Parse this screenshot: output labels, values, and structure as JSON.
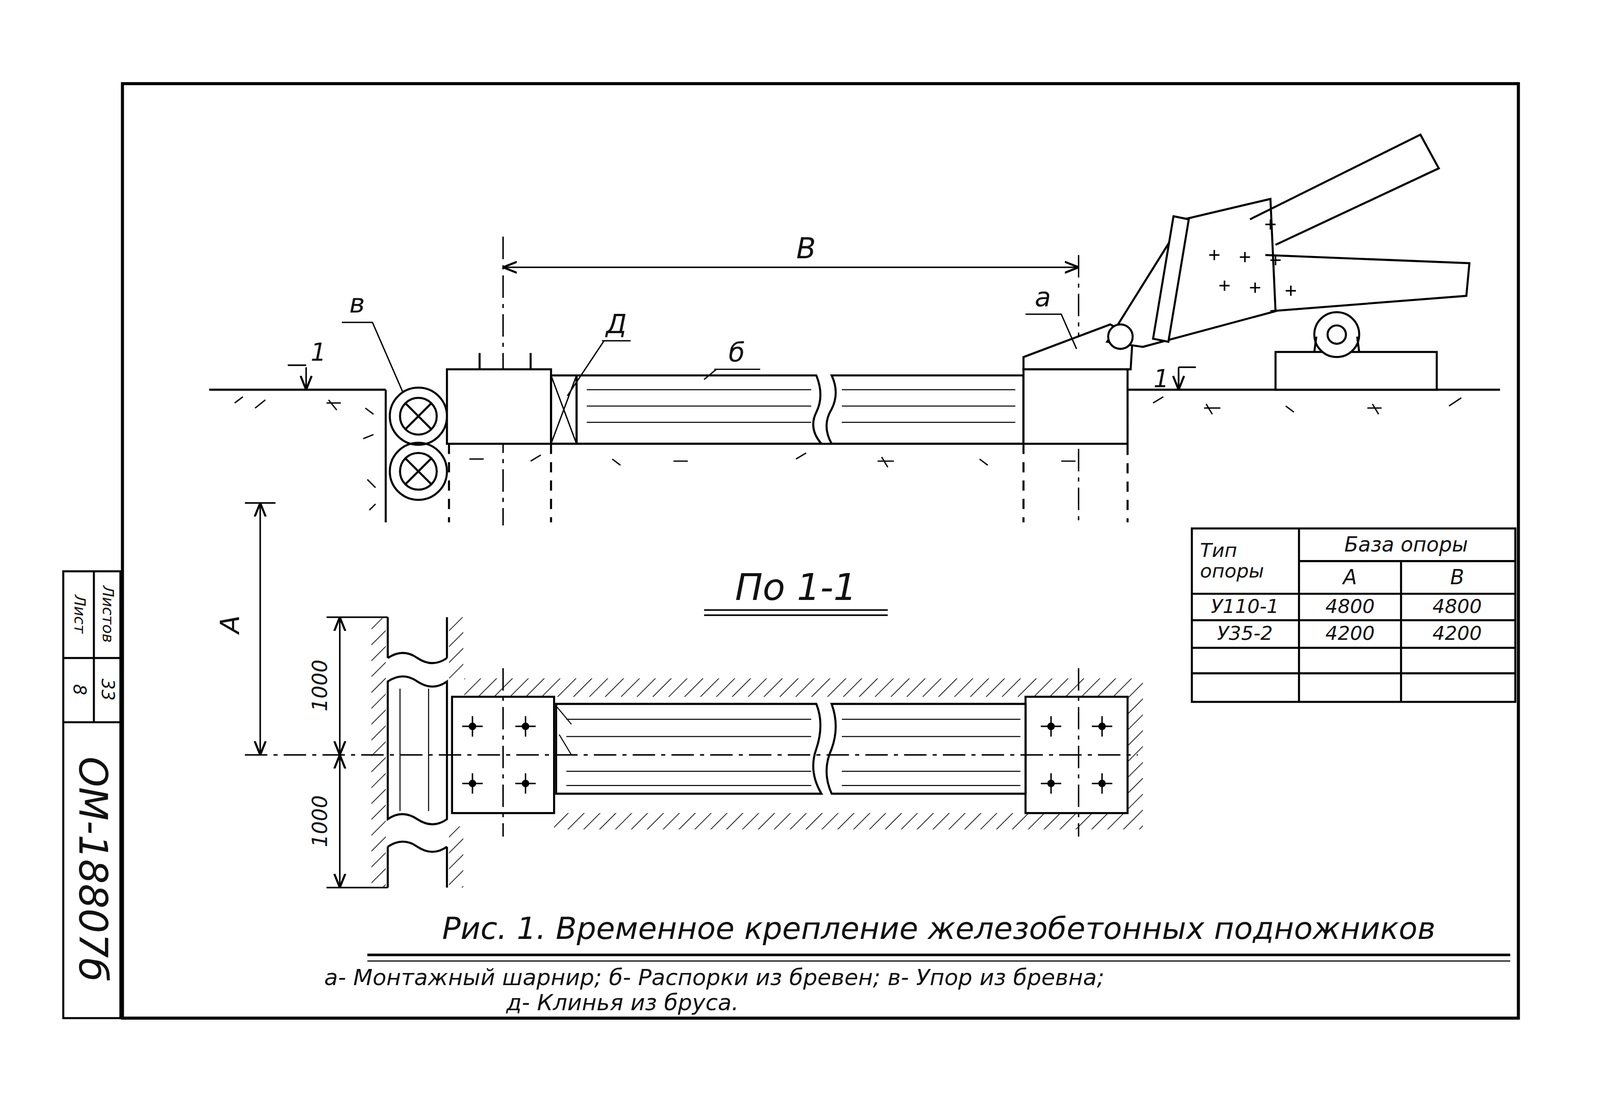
{
  "diagram": {
    "caption": "Рис. 1. Временное крепление железобетонных подножников",
    "labels": [
      "В",
      "1",
      "в",
      "Д",
      "б",
      "а",
      "1",
      "По 1-1",
      "А",
      "1000",
      "1000",
      "Тип опоры",
      "База опоры",
      "А",
      "В",
      "У110-1",
      "4800",
      "4800",
      "У35-2",
      "4200",
      "4200",
      "а- Монтажный шарнир; б- Распорки из бревен; в- Упор из бревна;",
      "д- Клинья из бруса.",
      "Листов",
      "33",
      "Лист",
      "8",
      "ОМ-18807б"
    ]
  }
}
